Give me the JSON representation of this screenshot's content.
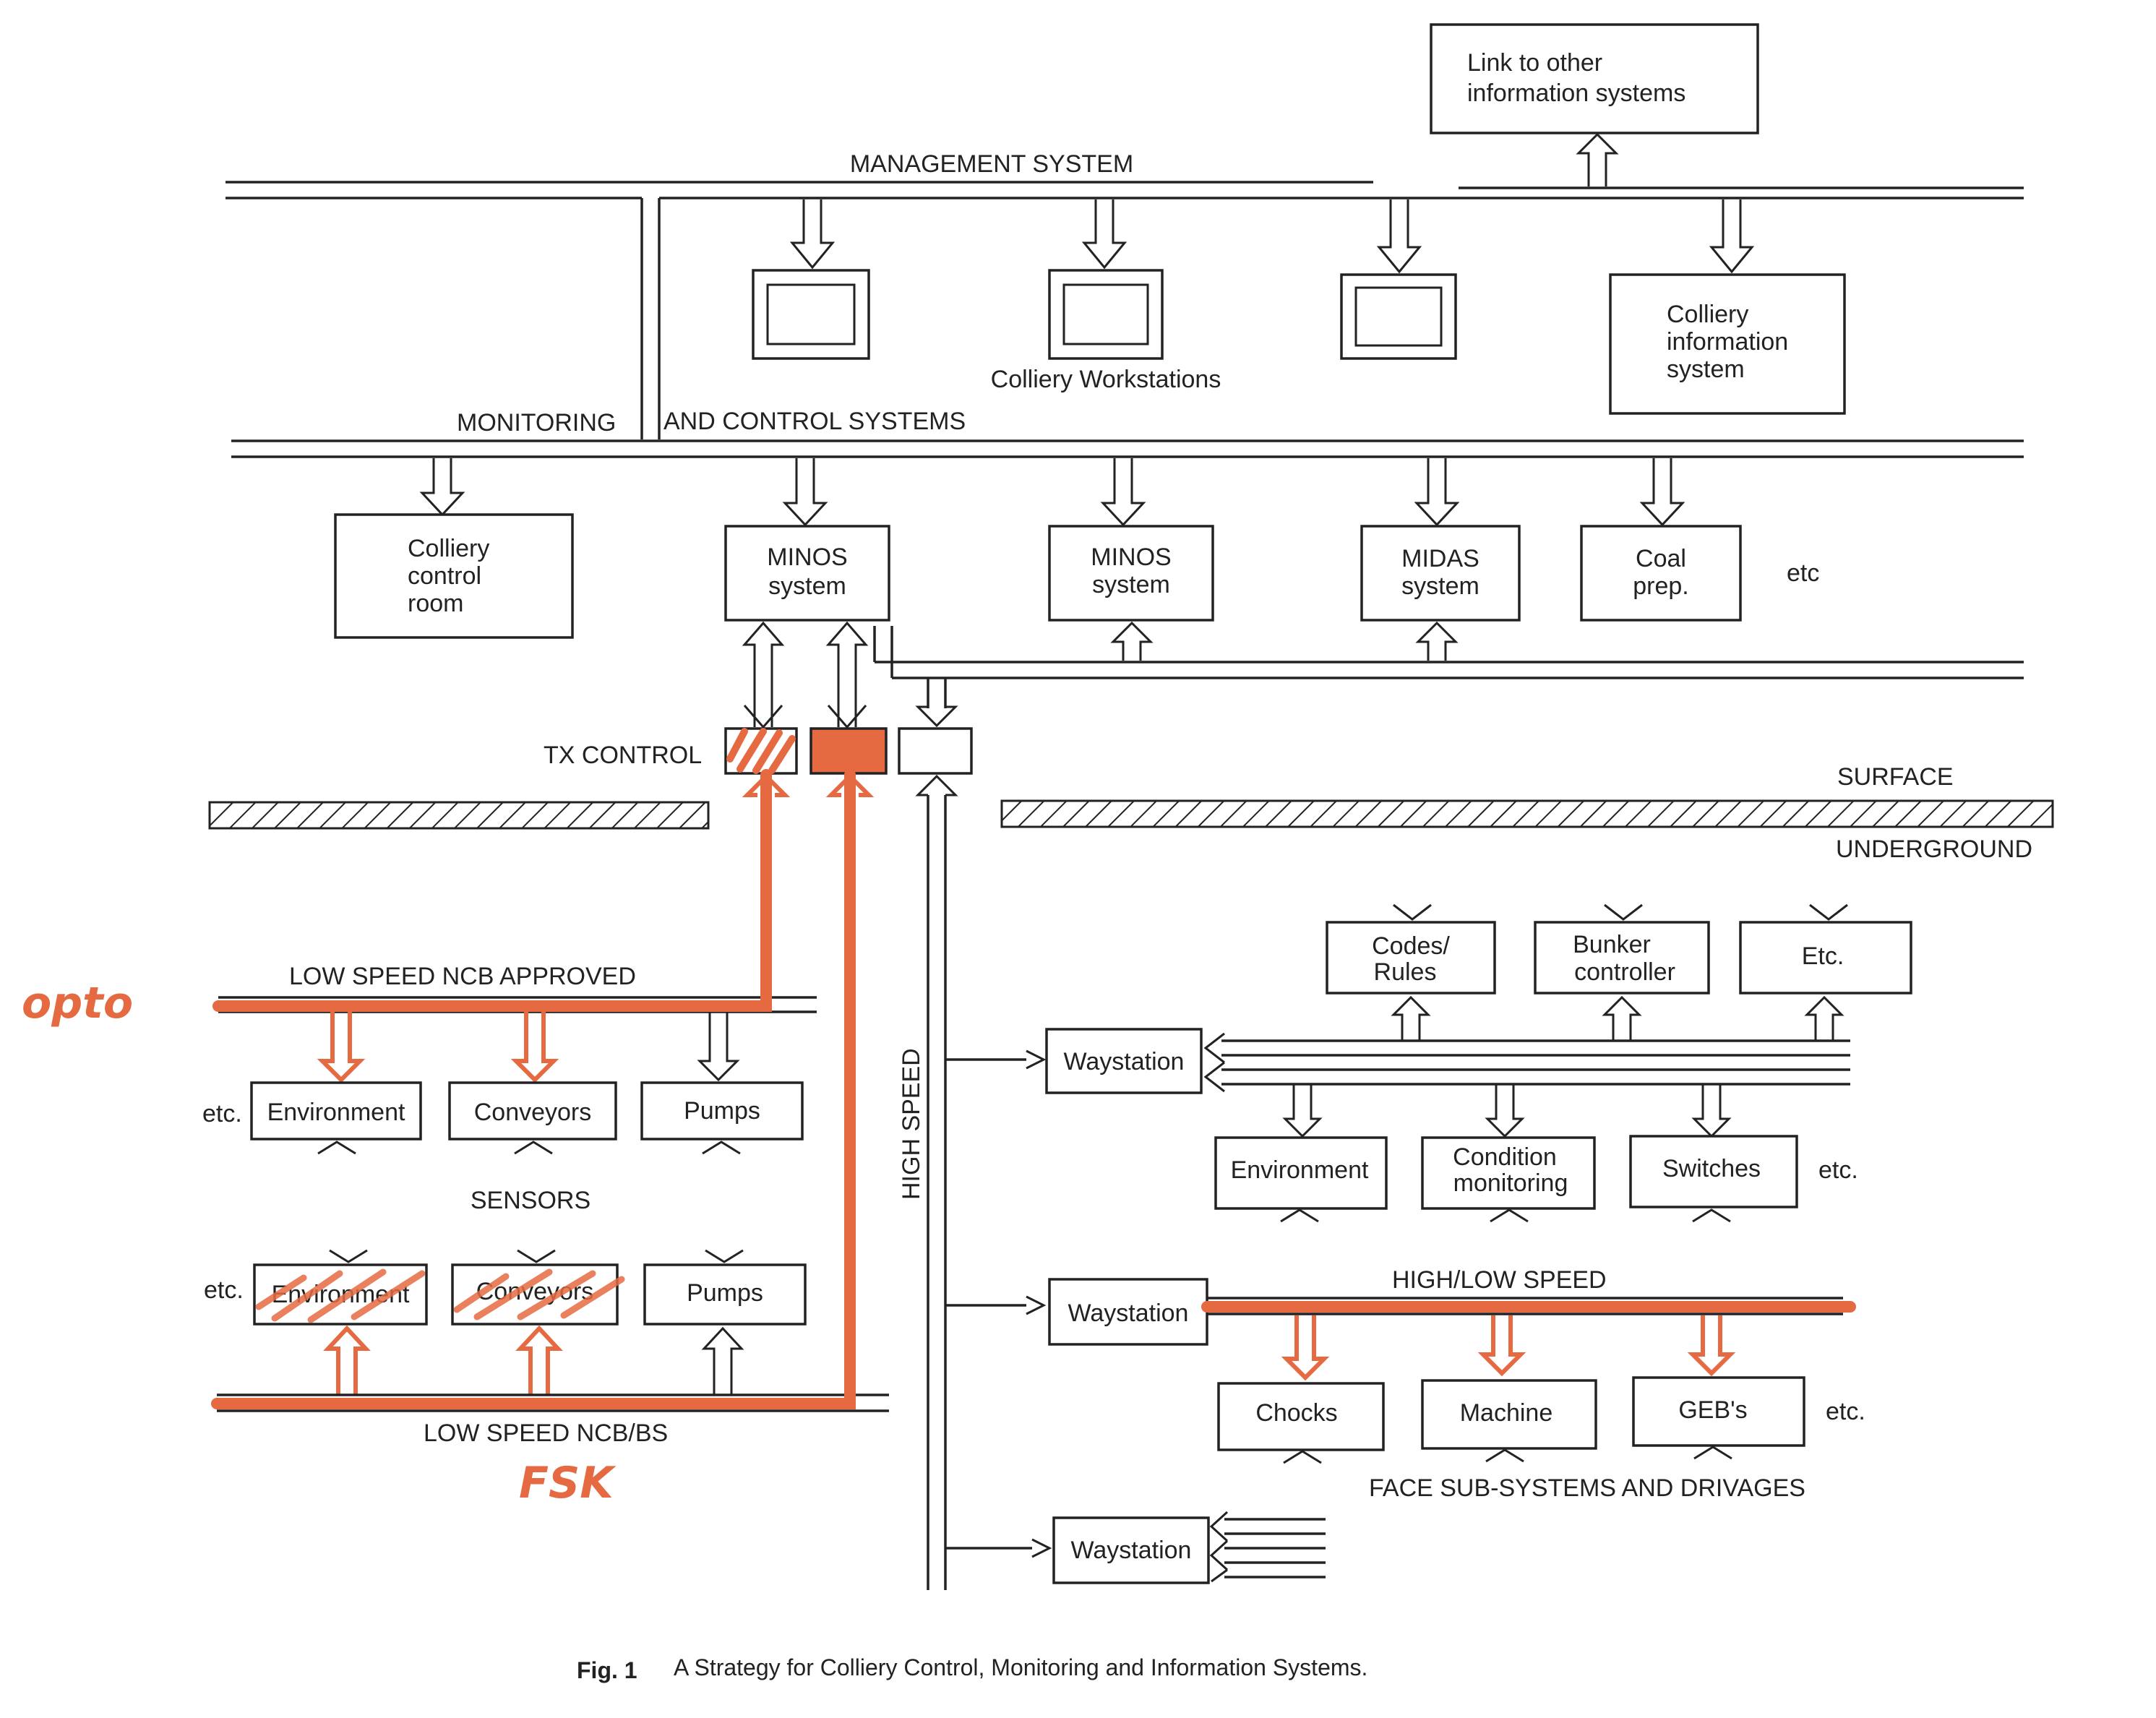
{
  "labels": {
    "link_other_line1": "Link to other",
    "link_other_line2": "information systems",
    "management_system": "MANAGEMENT SYSTEM",
    "colliery_workstations": "Colliery Workstations",
    "colliery_info_line1": "Colliery",
    "colliery_info_line2": "information",
    "colliery_info_line3": "system",
    "monitoring": "MONITORING",
    "and_control_systems": "AND CONTROL SYSTEMS",
    "control_room_line1": "Colliery",
    "control_room_line2": "control",
    "control_room_line3": "room",
    "minos1_line1": "MINOS",
    "minos1_line2": "system",
    "minos2_line1": "MINOS",
    "minos2_line2": "system",
    "midas_line1": "MIDAS",
    "midas_line2": "system",
    "coal_line1": "Coal",
    "coal_line2": "prep.",
    "etc_top": "etc",
    "tx_control": "TX CONTROL",
    "surface": "SURFACE",
    "underground": "UNDERGROUND",
    "low_speed_ncb_approved": "LOW SPEED NCB APPROVED",
    "etc": "etc.",
    "environment": "Environment",
    "conveyors": "Conveyors",
    "pumps": "Pumps",
    "sensors": "SENSORS",
    "low_speed_ncb_bs": "LOW SPEED NCB/BS",
    "high_speed": "HIGH SPEED",
    "codes_line1": "Codes/",
    "codes_line2": "Rules",
    "bunker_line1": "Bunker",
    "bunker_line2": "controller",
    "etc_box": "Etc.",
    "waystation": "Waystation",
    "condition_line1": "Condition",
    "condition_line2": "monitoring",
    "switches": "Switches",
    "high_low_speed": "HIGH/LOW SPEED",
    "chocks": "Chocks",
    "machine": "Machine",
    "gebs": "GEB's",
    "face_subsystems": "FACE SUB-SYSTEMS AND DRIVAGES",
    "fig_number": "Fig. 1",
    "fig_caption": "A Strategy for Colliery Control, Monitoring and Information Systems.",
    "note_opto": "opto",
    "note_fsk": "FSK"
  },
  "colors": {
    "ink": "#222222",
    "highlight": "#e56a42",
    "paper": "#ffffff"
  }
}
